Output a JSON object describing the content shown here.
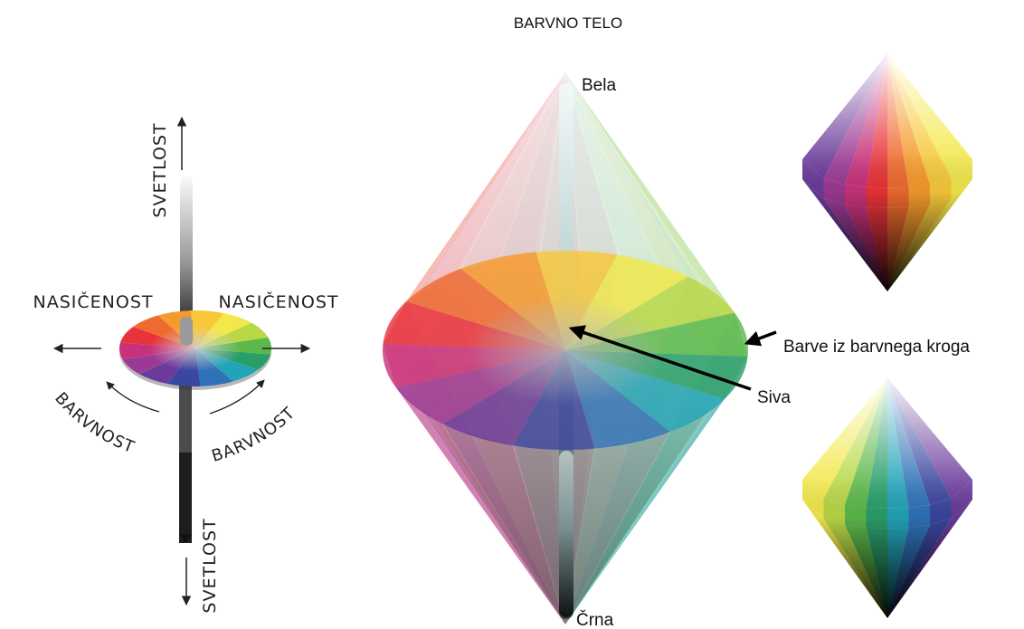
{
  "title": "BARVNO TELO",
  "left_diagram": {
    "lightness_top": "SVETLOST",
    "lightness_bottom": "SVETLOST",
    "saturation_left": "NASIČENOST",
    "saturation_right": "NASIČENOST",
    "hue_left": "BARVNOST",
    "hue_right": "BARVNOST"
  },
  "main_solid": {
    "white_label": "Bela",
    "black_label": "Črna",
    "gray_label": "Siva",
    "hue_circle_label": "Barve iz barvnega kroga"
  },
  "colors": {
    "hues": [
      "#e8333a",
      "#ee6a2f",
      "#f59a2c",
      "#f7c83a",
      "#f2e84a",
      "#b9d846",
      "#5cb84a",
      "#2a9e6a",
      "#22a4b8",
      "#2f72b9",
      "#3a46a0",
      "#6a3b9a",
      "#9b3a94",
      "#c8327a"
    ]
  }
}
